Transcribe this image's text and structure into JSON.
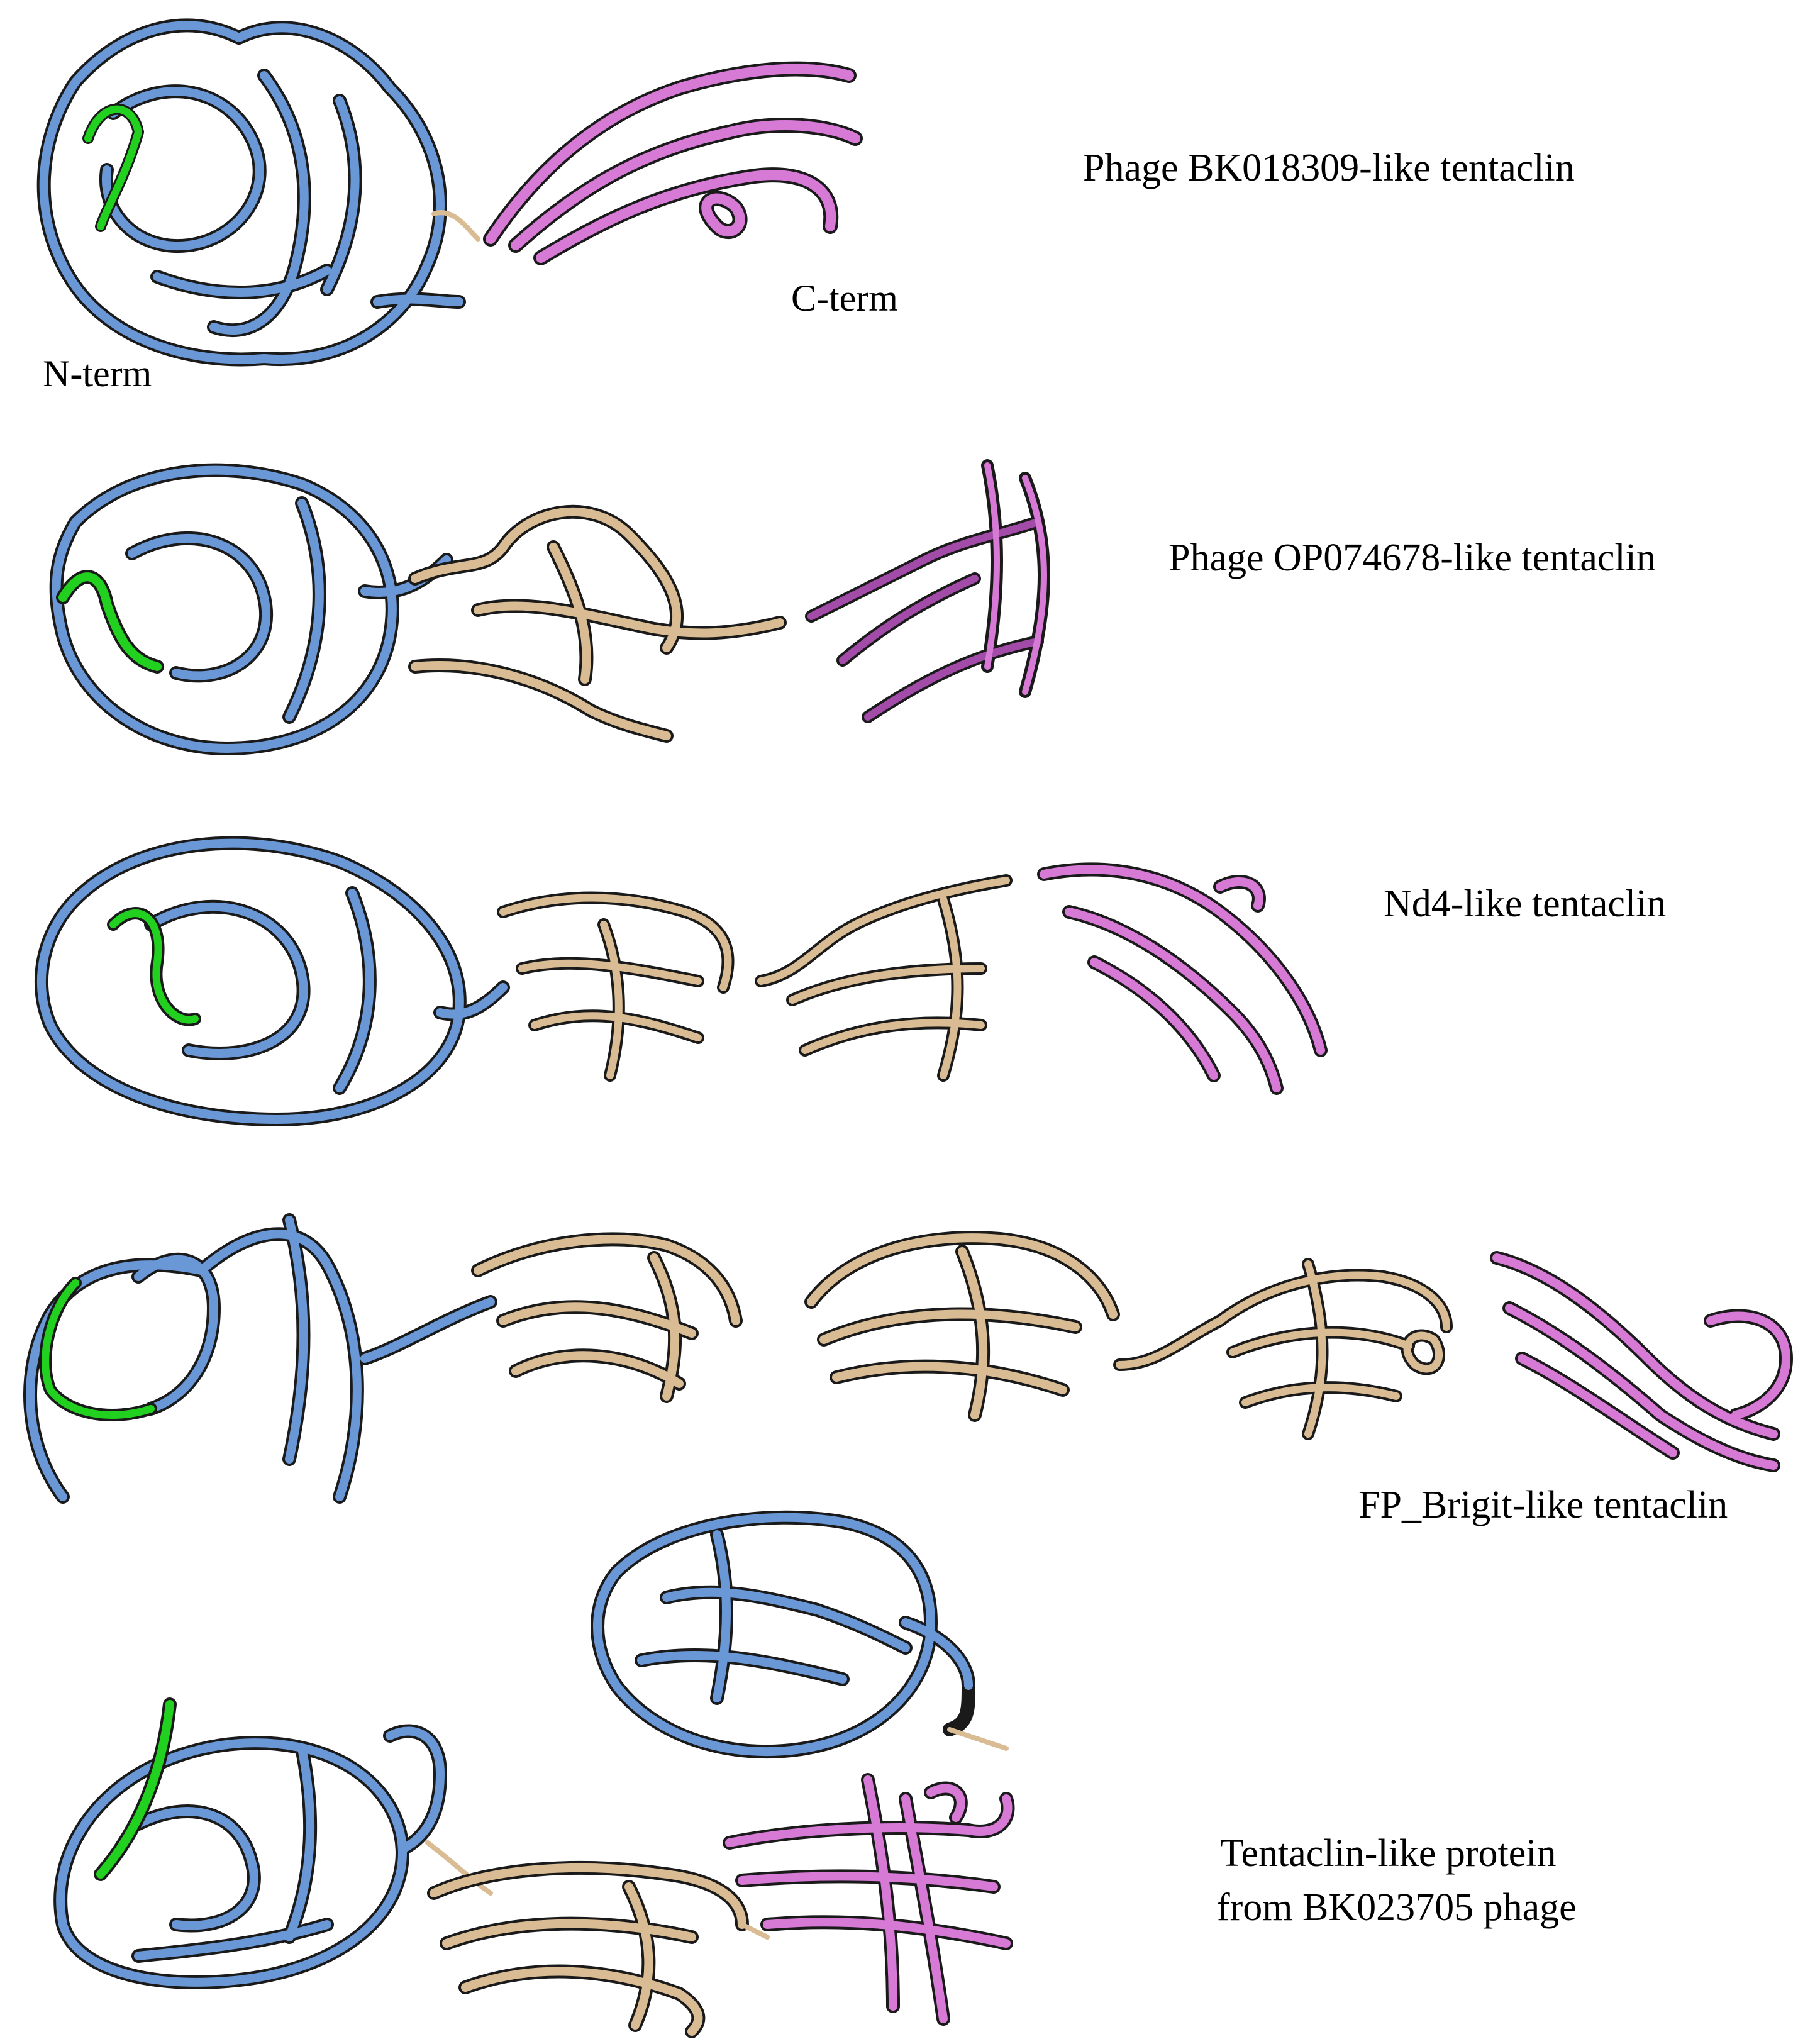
{
  "figure": {
    "colors": {
      "n_terminal_domain": "#6a97d6",
      "highlight_motif": "#22d11f",
      "middle_domains": "#d9bc93",
      "c_terminal_domain": "#d67ad6",
      "c_terminal_domain_dark": "#a24ba8",
      "outline": "#1a1a1a",
      "background": "#ffffff"
    },
    "panels": [
      {
        "label": "Phage BK018309-like tentaclin",
        "domains": [
          "n-terminal",
          "c-terminal"
        ],
        "annotations": {
          "n_term": "N-term",
          "c_term": "C-term"
        }
      },
      {
        "label": "Phage OP074678-like tentaclin",
        "domains": [
          "n-terminal",
          "middle",
          "c-terminal"
        ]
      },
      {
        "label": "Nd4-like tentaclin",
        "domains": [
          "n-terminal",
          "middle",
          "middle",
          "c-terminal"
        ]
      },
      {
        "label": "FP_Brigit-like tentaclin",
        "domains": [
          "n-terminal",
          "middle",
          "middle",
          "middle",
          "c-terminal"
        ]
      },
      {
        "label_line1": "Tentaclin-like protein",
        "label_line2": "from BK023705 phage",
        "domains": [
          "n-terminal",
          "middle",
          "c-terminal",
          "n-terminal"
        ]
      }
    ]
  }
}
